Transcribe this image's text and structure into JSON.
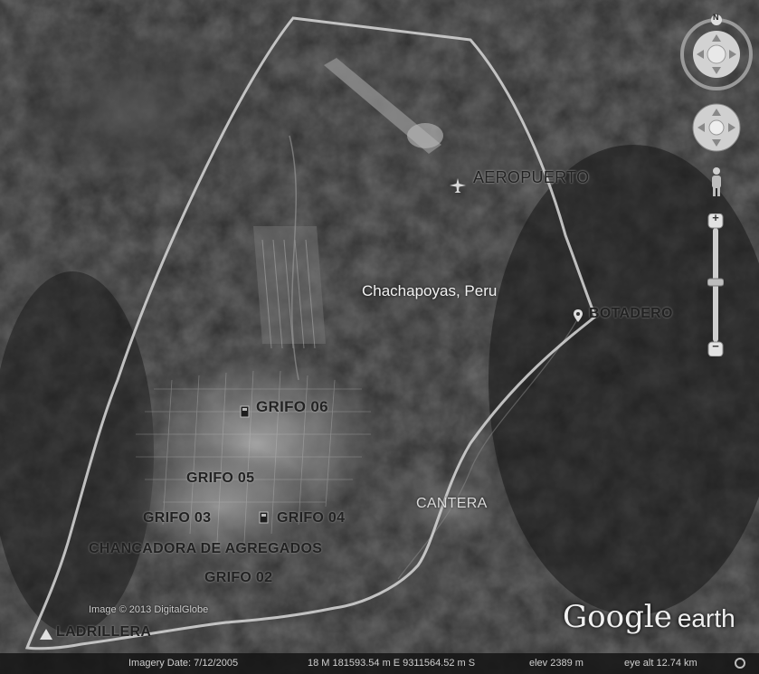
{
  "map": {
    "place_label": "Chachapoyas, Peru",
    "markers": [
      {
        "id": "aeropuerto",
        "label": "AEROPUERTO",
        "icon": "airplane-icon"
      },
      {
        "id": "botadero",
        "label": "BOTADERO",
        "icon": "pin-icon"
      },
      {
        "id": "grifo06",
        "label": "GRIFO 06",
        "icon": "gas-station-icon"
      },
      {
        "id": "grifo05",
        "label": "GRIFO 05"
      },
      {
        "id": "grifo03",
        "label": "GRIFO 03"
      },
      {
        "id": "grifo04",
        "label": "GRIFO 04",
        "icon": "gas-station-icon"
      },
      {
        "id": "cantera",
        "label": "CANTERA"
      },
      {
        "id": "chancadora",
        "label": "CHANCADORA DE AGREGADOS"
      },
      {
        "id": "grifo02",
        "label": "GRIFO 02"
      },
      {
        "id": "ladrillera",
        "label": "LADRILLERA",
        "icon": "triangle-icon"
      }
    ]
  },
  "credit": "Image © 2013 DigitalGlobe",
  "logo": {
    "brand": "Google",
    "product": "earth"
  },
  "status": {
    "imagery_date": "Imagery Date: 7/12/2005",
    "coords": "18 M 181593.54 m E 9311564.52 m S",
    "elev": "elev  2389 m",
    "eye_alt": "eye alt  12.74 km"
  },
  "nav": {
    "compass_north": "N",
    "zoom_in": "+",
    "zoom_out": "−",
    "icons": [
      "compass-ring-icon",
      "look-joystick-icon",
      "move-joystick-icon",
      "street-view-pegman-icon",
      "zoom-slider-icon"
    ]
  },
  "colors": {
    "boundary": "#d0d0d0",
    "terrain": "#2a2a2a",
    "urban": "#9a9a9a"
  }
}
